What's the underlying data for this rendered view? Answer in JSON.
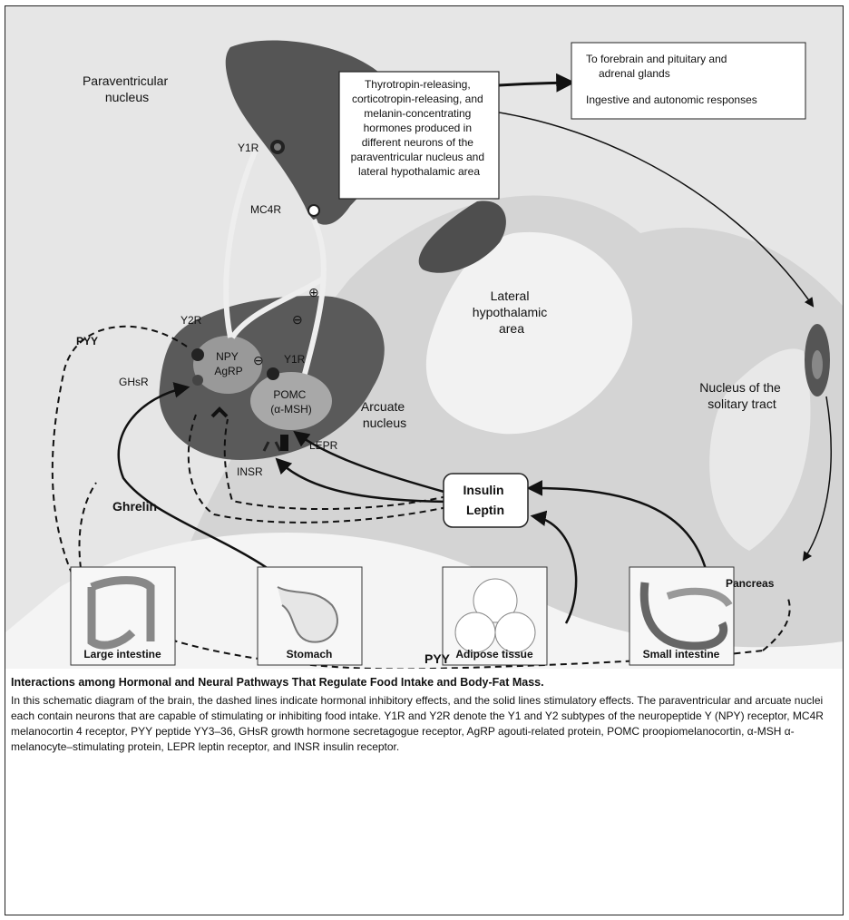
{
  "labels": {
    "paraventricular": [
      "Paraventricular",
      "nucleus"
    ],
    "hormones_box": [
      "Thyrotropin-releasing,",
      "corticotropin-releasing, and",
      "melanin-concentrating",
      "hormones produced in",
      "different neurons of the",
      "paraventricular nucleus and",
      "lateral hypothalamic area"
    ],
    "forebrain": [
      "To forebrain and pituitary and",
      "adrenal glands"
    ],
    "ingestive": "Ingestive and autonomic responses",
    "y1r_top": "Y1R",
    "mc4r": "MC4R",
    "lateral": [
      "Lateral",
      "hypothalamic",
      "area"
    ],
    "y2r": "Y2R",
    "pyy_left": "PYY",
    "npy_agrp": [
      "NPY",
      "AgRP"
    ],
    "y1r_arc": "Y1R",
    "ghsr": "GHsR",
    "pomc": [
      "POMC",
      "(α-MSH)"
    ],
    "arcuate": [
      "Arcuate",
      "nucleus"
    ],
    "nts": [
      "Nucleus of the",
      "solitary tract"
    ],
    "lepr": "LEPR",
    "insr": "INSR",
    "insulin_leptin": [
      "Insulin",
      "Leptin"
    ],
    "ghrelin": "Ghrelin",
    "pancreas": "Pancreas",
    "large_intestine": "Large intestine",
    "stomach": "Stomach",
    "adipose": "Adipose tissue",
    "small_intestine": "Small intestine",
    "pyy_bottom": "PYY",
    "minus": "⊖",
    "plus": "⊕"
  },
  "caption": {
    "title": "Interactions among Hormonal and Neural Pathways That Regulate Food Intake and Body-Fat Mass.",
    "body": "In this schematic diagram of the brain, the dashed lines indicate hormonal inhibitory effects, and the solid lines stimulatory effects. The paraventricular and arcuate nuclei each contain neurons that are capable of stimulating or inhibiting food intake. Y1R and Y2R denote the Y1 and Y2 subtypes of the neuropeptide Y (NPY) receptor, MC4R melanocortin 4 receptor, PYY peptide YY3–36, GHsR growth hormone secretagogue receptor, AgRP agouti-related protein, POMC proopiomelanocortin, α-MSH α-melanocyte–stimulating protein, LEPR leptin receptor, and INSR insulin receptor."
  }
}
